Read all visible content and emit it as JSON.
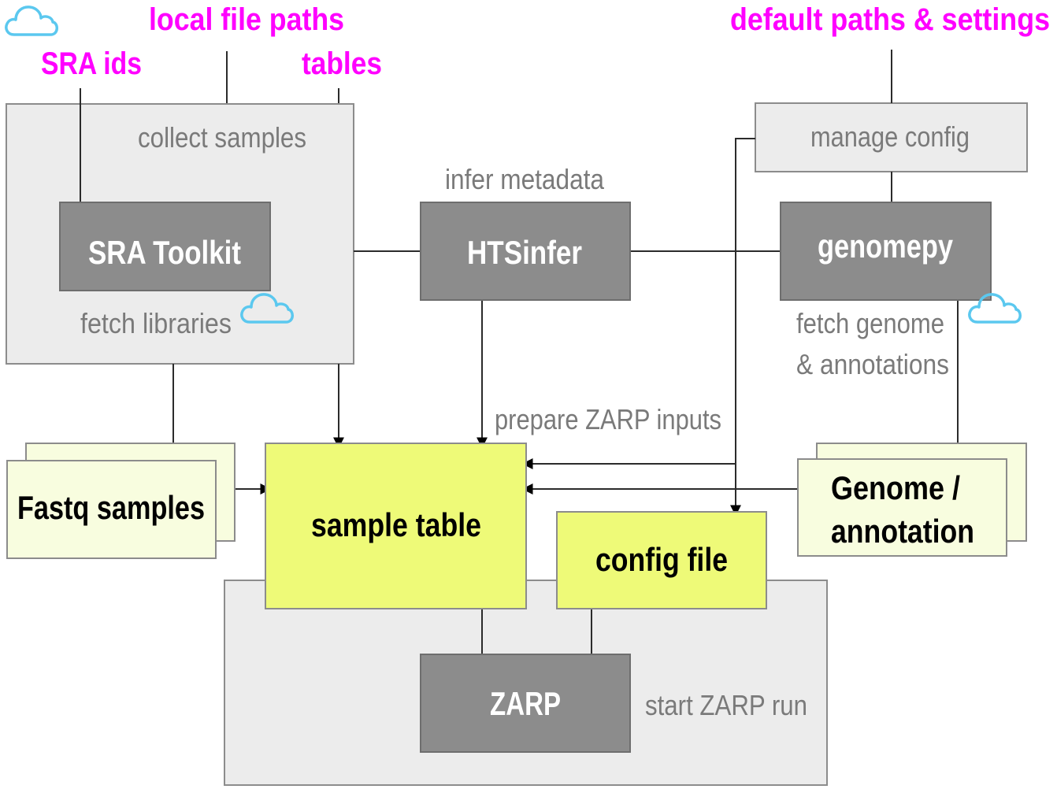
{
  "inputs": {
    "sra_ids": "SRA ids",
    "local_file_paths": "local file paths",
    "tables": "tables",
    "default_paths_settings": "default paths & settings"
  },
  "groups": {
    "collect_samples": "collect samples",
    "fetch_libraries": "fetch libraries",
    "manage_config": "manage config",
    "infer_metadata": "infer metadata",
    "fetch_genome_line1": "fetch genome",
    "fetch_genome_line2": "& annotations",
    "prepare_inputs": "prepare ZARP inputs",
    "start_run": "start ZARP run"
  },
  "tools": {
    "sra_toolkit": "SRA Toolkit",
    "htsinfer": "HTSinfer",
    "genomepy": "genomepy",
    "zarp": "ZARP"
  },
  "files": {
    "fastq_samples": "Fastq samples",
    "sample_table": "sample table",
    "config_file": "config file",
    "genome_line1": "Genome /",
    "genome_line2": "annotation"
  },
  "icons": [
    "cloud-icon",
    "cloud-icon",
    "cloud-icon"
  ],
  "colors": {
    "input_text": "#ff00ff",
    "tool_box": "#8c8c8c",
    "group_box": "#ececec",
    "file_yellow": "#eefa78",
    "file_pale": "#f8fddf",
    "cloud": "#5bc8ef"
  }
}
